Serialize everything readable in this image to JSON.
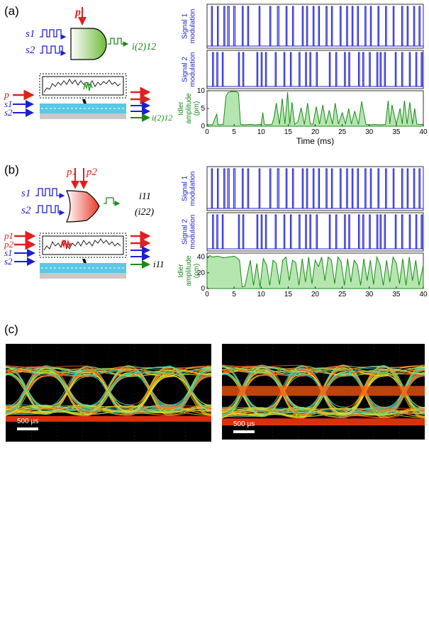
{
  "panels": {
    "a": {
      "label": "(a)"
    },
    "b": {
      "label": "(b)"
    },
    "c": {
      "label": "(c)"
    }
  },
  "diagram_a": {
    "pump": "p",
    "signal1": "s1",
    "signal2": "s2",
    "output": "i(2)12",
    "chip_inputs": [
      "p",
      "s1",
      "s2"
    ],
    "chip_output": "i(2)12"
  },
  "diagram_b": {
    "pumps": [
      "p1",
      "p2"
    ],
    "signal1": "s1",
    "signal2": "s2",
    "output": "i11",
    "output_alt": "(i22)",
    "chip_inputs": [
      "p1",
      "p2",
      "s1",
      "s2"
    ],
    "chip_output": "i11"
  },
  "colors": {
    "signal": "#1f1fd0",
    "pump": "#e02020",
    "idler": "#1a8a1a",
    "signal_fill": "#b8b8ff",
    "idler_fill": "#b6e6b0"
  },
  "chart_data": [
    {
      "type": "area",
      "panel": "a",
      "xlabel": "Time (ms)",
      "xlim": [
        0,
        40
      ],
      "xticks": [
        0,
        5,
        10,
        15,
        20,
        25,
        30,
        35,
        40
      ],
      "series": [
        {
          "name": "Signal 1 modulation",
          "ylabel": "Signal 1\nmodulation",
          "x": [
            0,
            0.8,
            1.0,
            1.9,
            2.1,
            3.1,
            3.3,
            3.8,
            4.1,
            4.9,
            5.2,
            6.5,
            6.7,
            7.5,
            7.7,
            9.6,
            9.8,
            11.6,
            11.8,
            13.0,
            13.3,
            14.6,
            14.8,
            15.8,
            16.0,
            17.6,
            17.8,
            18.4,
            18.6,
            19.6,
            19.8,
            20.6,
            20.8,
            22.0,
            22.2,
            23.0,
            23.2,
            24.6,
            24.8,
            25.8,
            26.0,
            26.8,
            27.0,
            27.8,
            28.0,
            29.2,
            29.4,
            30.2,
            30.4,
            31.6,
            31.8,
            33.0,
            33.2,
            34.4,
            34.6,
            36.0,
            36.2,
            37.0,
            37.2,
            38.2,
            38.4,
            39.2,
            39.4,
            40
          ],
          "values": [
            0,
            1,
            0,
            1,
            0,
            1,
            0,
            1,
            0,
            1,
            0,
            1,
            0,
            1,
            0,
            1,
            0,
            1,
            0,
            1,
            0,
            1,
            0,
            1,
            0,
            1,
            0,
            1,
            0,
            1,
            0,
            1,
            0,
            1,
            0,
            1,
            0,
            1,
            0,
            1,
            0,
            1,
            0,
            1,
            0,
            1,
            0,
            1,
            0,
            1,
            0,
            1,
            0,
            1,
            0,
            1,
            0,
            1,
            0,
            1,
            0,
            1,
            0,
            1
          ]
        },
        {
          "name": "Signal 2 modulation",
          "ylabel": "Signal 2\nmodulation",
          "x": [
            0,
            1.0,
            1.2,
            1.8,
            2.0,
            2.8,
            3.0,
            5.8,
            6.0,
            6.6,
            6.8,
            9.2,
            9.4,
            10.0,
            10.2,
            10.8,
            11.0,
            12.6,
            12.8,
            14.2,
            14.4,
            15.4,
            15.6,
            17.0,
            17.2,
            18.2,
            18.4,
            19.0,
            19.2,
            20.2,
            20.4,
            22.6,
            22.8,
            23.8,
            24.0,
            25.4,
            25.6,
            26.2,
            26.4,
            28.0,
            28.2,
            28.8,
            29.0,
            30.0,
            30.2,
            31.4,
            31.6,
            32.0,
            32.2,
            32.8,
            33.0,
            34.8,
            35.0,
            36.0,
            36.2,
            37.4,
            37.6,
            38.6,
            38.8,
            39.6,
            39.8,
            40
          ],
          "values": [
            0,
            1,
            0,
            1,
            0,
            1,
            0,
            1,
            0,
            1,
            0,
            1,
            0,
            1,
            0,
            1,
            0,
            1,
            0,
            1,
            0,
            1,
            0,
            1,
            0,
            1,
            0,
            1,
            0,
            1,
            0,
            1,
            0,
            1,
            0,
            1,
            0,
            1,
            0,
            1,
            0,
            1,
            0,
            1,
            0,
            1,
            0,
            1,
            0,
            1,
            0,
            1,
            0,
            1,
            0,
            1,
            0,
            1,
            0,
            1,
            0,
            1
          ]
        },
        {
          "name": "Idler amplitude (pm)",
          "ylabel": "Idler\namplitude\n(pm)",
          "ylim": [
            0,
            10
          ],
          "yticks": [
            0,
            5,
            10
          ],
          "x": [
            0,
            1,
            1.8,
            2.0,
            2.3,
            3,
            3.5,
            3.9,
            4.5,
            5.5,
            5.8,
            6.2,
            7,
            8,
            9,
            10,
            10.3,
            10.6,
            11,
            12,
            12.4,
            12.8,
            13.4,
            13.9,
            14.4,
            14.9,
            15.3,
            15.7,
            16.2,
            16.8,
            17.4,
            18,
            18.6,
            19.1,
            19.6,
            20.2,
            20.8,
            21.4,
            22,
            22.6,
            23.2,
            23.7,
            24.3,
            25,
            25.6,
            26.2,
            26.7,
            27.3,
            28,
            28.6,
            29,
            29.4,
            30,
            31,
            32,
            33,
            33.5,
            33.8,
            34.2,
            35,
            35.7,
            36.1,
            36.5,
            37,
            37.5,
            38,
            38.4,
            38.8,
            39.3,
            40
          ],
          "values": [
            0.5,
            0.4,
            3.5,
            0.5,
            0.4,
            0.5,
            8.5,
            9.5,
            9.8,
            9.7,
            9.4,
            0.5,
            0.4,
            0.5,
            0.4,
            0.5,
            3.8,
            0.5,
            0.4,
            0.5,
            2.5,
            6.5,
            0.5,
            7.8,
            0.6,
            9.6,
            0.5,
            6.8,
            0.5,
            1.2,
            5.2,
            0.5,
            6.5,
            0.6,
            0.6,
            5.5,
            0.6,
            6.0,
            0.6,
            4.5,
            0.6,
            6.5,
            0.6,
            3.8,
            0.6,
            5.0,
            0.6,
            4.2,
            0.5,
            7.0,
            3.5,
            0.5,
            0.4,
            0.5,
            0.4,
            0.5,
            7.2,
            0.6,
            6.0,
            0.5,
            5.0,
            0.6,
            7.2,
            0.6,
            6.8,
            0.5,
            5.0,
            0.6,
            0.5,
            0.5
          ]
        }
      ]
    },
    {
      "type": "area",
      "panel": "b",
      "xlabel": "Time (ms)",
      "xlim": [
        0,
        40
      ],
      "xticks": [
        0,
        5,
        10,
        15,
        20,
        25,
        30,
        35,
        40
      ],
      "series": [
        {
          "name": "Signal 1 modulation",
          "ylabel": "Signal 1\nmodulation",
          "x": [
            0,
            0.8,
            1.0,
            1.9,
            2.1,
            3.1,
            3.3,
            3.8,
            4.1,
            4.9,
            5.2,
            6.5,
            6.7,
            7.5,
            7.7,
            9.6,
            9.8,
            11.6,
            11.8,
            13.0,
            13.3,
            14.6,
            14.8,
            15.8,
            16.0,
            17.6,
            17.8,
            18.4,
            18.6,
            19.6,
            19.8,
            20.6,
            20.8,
            22.0,
            22.2,
            23.0,
            23.2,
            24.6,
            24.8,
            25.8,
            26.0,
            26.8,
            27.0,
            27.8,
            28.0,
            29.2,
            29.4,
            30.2,
            30.4,
            31.6,
            31.8,
            33.0,
            33.2,
            34.4,
            34.6,
            36.0,
            36.2,
            37.0,
            37.2,
            38.2,
            38.4,
            39.2,
            39.4,
            40
          ],
          "values": [
            0,
            1,
            0,
            1,
            0,
            1,
            0,
            1,
            0,
            1,
            0,
            1,
            0,
            1,
            0,
            1,
            0,
            1,
            0,
            1,
            0,
            1,
            0,
            1,
            0,
            1,
            0,
            1,
            0,
            1,
            0,
            1,
            0,
            1,
            0,
            1,
            0,
            1,
            0,
            1,
            0,
            1,
            0,
            1,
            0,
            1,
            0,
            1,
            0,
            1,
            0,
            1,
            0,
            1,
            0,
            1,
            0,
            1,
            0,
            1,
            0,
            1,
            0,
            1
          ]
        },
        {
          "name": "Signal 2 modulation",
          "ylabel": "Signal 2\nmodulation",
          "x": [
            0,
            1.0,
            1.2,
            1.8,
            2.0,
            2.8,
            3.0,
            5.8,
            6.0,
            6.6,
            6.8,
            9.2,
            9.4,
            10.0,
            10.2,
            10.8,
            11.0,
            12.6,
            12.8,
            14.2,
            14.4,
            15.4,
            15.6,
            17.0,
            17.2,
            18.2,
            18.4,
            19.0,
            19.2,
            20.2,
            20.4,
            22.6,
            22.8,
            23.8,
            24.0,
            25.4,
            25.6,
            26.2,
            26.4,
            28.0,
            28.2,
            28.8,
            29.0,
            30.0,
            30.2,
            31.4,
            31.6,
            32.0,
            32.2,
            32.8,
            33.0,
            34.8,
            35.0,
            36.0,
            36.2,
            37.4,
            37.6,
            38.6,
            38.8,
            39.6,
            39.8,
            40
          ],
          "values": [
            0,
            1,
            0,
            1,
            0,
            1,
            0,
            1,
            0,
            1,
            0,
            1,
            0,
            1,
            0,
            1,
            0,
            1,
            0,
            1,
            0,
            1,
            0,
            1,
            0,
            1,
            0,
            1,
            0,
            1,
            0,
            1,
            0,
            1,
            0,
            1,
            0,
            1,
            0,
            1,
            0,
            1,
            0,
            1,
            0,
            1,
            0,
            1,
            0,
            1,
            0,
            1,
            0,
            1,
            0,
            1,
            0,
            1,
            0,
            1,
            0,
            1
          ]
        },
        {
          "name": "Idler amplitude (pm)",
          "ylabel": "Idler\namplitude\n(pm)",
          "ylim": [
            0,
            45
          ],
          "yticks": [
            0,
            20,
            40
          ],
          "x": [
            0,
            0.5,
            1,
            2,
            3,
            4,
            5,
            5.5,
            6,
            6.5,
            7,
            8,
            8.6,
            9.2,
            9.8,
            10.4,
            11,
            11.6,
            12.2,
            12.8,
            13.4,
            14,
            14.6,
            15.2,
            15.8,
            16.4,
            17,
            17.6,
            18.2,
            18.8,
            19.4,
            20,
            20.6,
            21.2,
            21.8,
            22.4,
            23,
            23.6,
            24.2,
            24.8,
            25.4,
            26,
            26.6,
            27.2,
            27.8,
            28.4,
            29,
            29.6,
            30.2,
            30.8,
            31.4,
            32,
            32.6,
            33.2,
            33.8,
            34.4,
            35,
            35.6,
            36.2,
            36.8,
            37.4,
            38,
            38.6,
            39.2,
            40
          ],
          "values": [
            38,
            42,
            40,
            41,
            39,
            40,
            41,
            39,
            36,
            2,
            3,
            36,
            4,
            32,
            2,
            38,
            30,
            4,
            36,
            32,
            5,
            36,
            40,
            10,
            36,
            33,
            4,
            38,
            8,
            40,
            6,
            36,
            28,
            40,
            10,
            40,
            36,
            6,
            40,
            34,
            4,
            38,
            8,
            36,
            30,
            4,
            38,
            10,
            36,
            5,
            40,
            30,
            4,
            36,
            8,
            40,
            32,
            6,
            38,
            4,
            40,
            10,
            36,
            4,
            30
          ]
        }
      ]
    }
  ],
  "eye_diagrams": [
    {
      "scale_label": "500 µs"
    },
    {
      "scale_label": "500 µs"
    }
  ]
}
